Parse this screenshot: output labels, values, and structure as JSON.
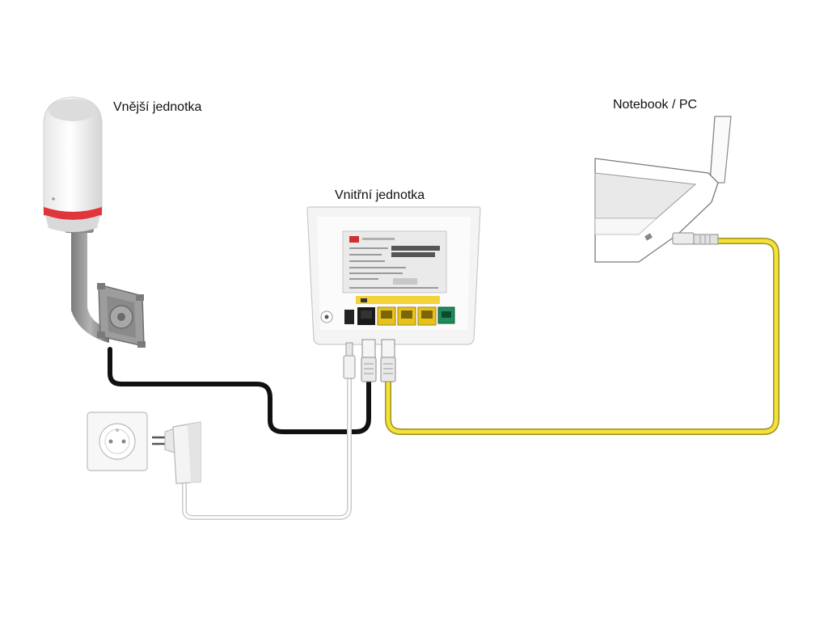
{
  "labels": {
    "outdoor_unit": "Vnější jednotka",
    "indoor_unit": "Vnitřní jednotka",
    "notebook": "Notebook / PC"
  },
  "colors": {
    "ethernet_cable_outdoor": "#111111",
    "ethernet_cable_lan": "#f2e23a",
    "power_cable": "#d8d8d8",
    "accent_ring": "#e0353a",
    "lan_port": "#e8c21a",
    "phone_port": "#1f8a5a"
  },
  "icons": [
    "outdoor-antenna-icon",
    "wall-mount-bracket-icon",
    "router-icon",
    "power-adapter-icon",
    "wall-socket-icon",
    "laptop-icon",
    "rj45-connector-icon"
  ]
}
